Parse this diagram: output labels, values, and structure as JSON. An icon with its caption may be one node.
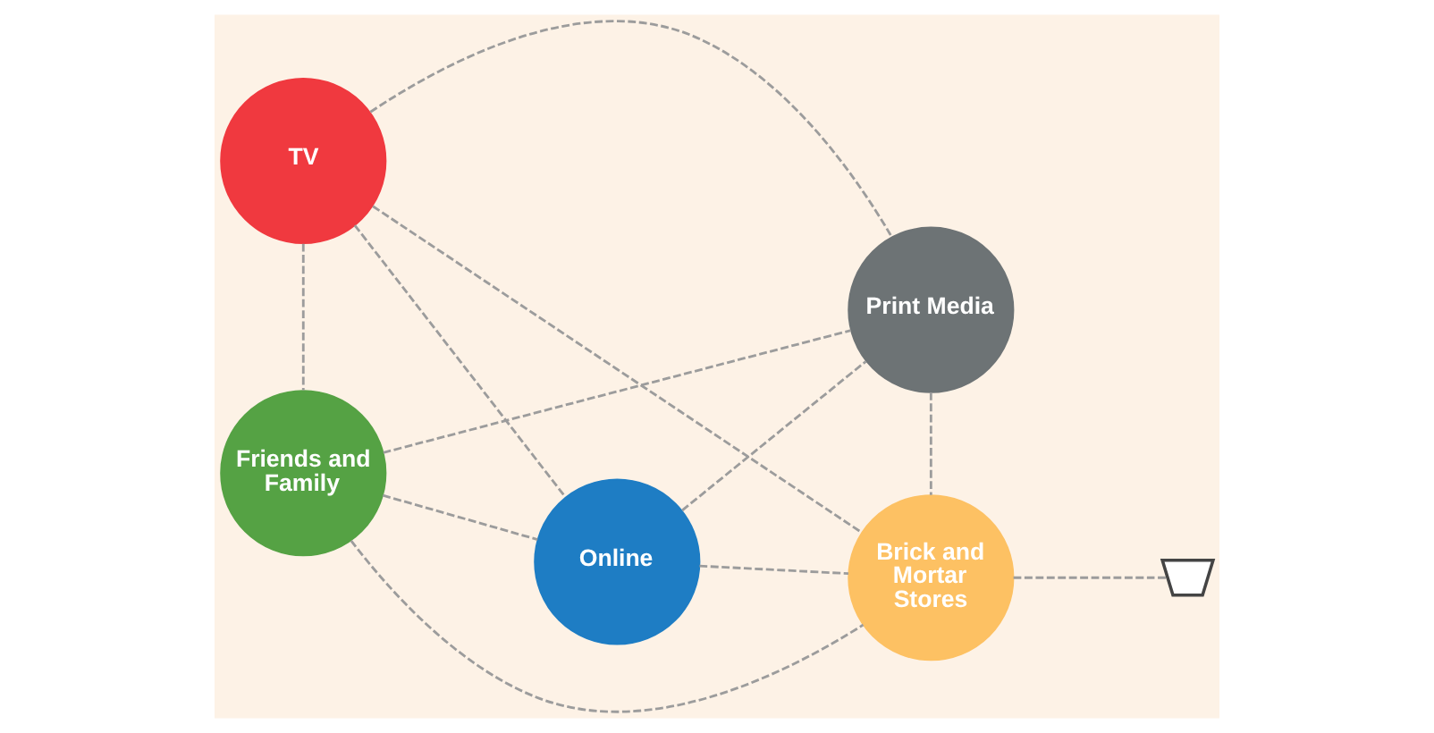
{
  "diagram": {
    "nodes": [
      {
        "text": [
          "TV"
        ]
      },
      {
        "text": [
          "Print Media"
        ]
      },
      {
        "text": [
          "Online"
        ]
      },
      {
        "text": [
          "Friends and Family"
        ]
      },
      {
        "text": [
          "Brick and Mortar Stores"
        ]
      },
      {
        "text": [],
        "shape": "cart"
      }
    ],
    "edges": [
      {
        "from": 0,
        "to": 2,
        "arrow": "none",
        "style": "dashed"
      },
      {
        "from": 0,
        "to": 1,
        "arrow": "none",
        "style": "dashed"
      },
      {
        "from": 0,
        "to": 3,
        "arrow": "none",
        "style": "dashed"
      },
      {
        "from": 0,
        "to": 4,
        "arrow": "none",
        "style": "dashed"
      },
      {
        "from": 2,
        "to": 1,
        "arrow": "none",
        "style": "dashed"
      },
      {
        "from": 3,
        "to": 2,
        "arrow": "none",
        "style": "dashed"
      },
      {
        "from": 2,
        "to": 4,
        "arrow": "none",
        "style": "dashed"
      },
      {
        "from": 3,
        "to": 1,
        "arrow": "none",
        "style": "dashed"
      },
      {
        "from": 3,
        "to": 4,
        "arrow": "none",
        "style": "dashed"
      },
      {
        "from": 1,
        "to": 4,
        "arrow": "none",
        "style": "dashed"
      },
      {
        "from": 4,
        "to": 5,
        "arrow": "none",
        "style": "dashed"
      }
    ]
  }
}
